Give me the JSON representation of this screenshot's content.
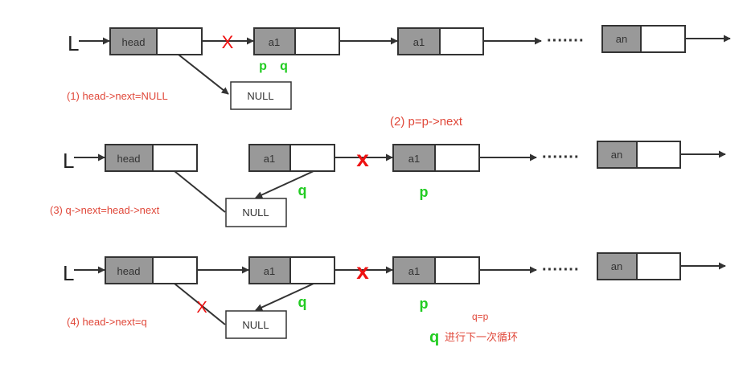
{
  "colors": {
    "box_fill": "#999999",
    "node_stroke": "#333333",
    "annotation_red": "#e0483a",
    "pointer_green": "#22cc22",
    "cross_red": "#ee1111"
  },
  "row1": {
    "list_label": "L",
    "head": "head",
    "cross": "X",
    "a1_first": "a1",
    "p": "p",
    "q": "q",
    "a1_second": "a1",
    "dots": "·······",
    "an": "an",
    "null": "NULL",
    "step": "(1)   head->next=NULL"
  },
  "step2": "(2)  p=p->next",
  "row2": {
    "list_label": "L",
    "head": "head",
    "a1_first": "a1",
    "cross": "x",
    "a1_second": "a1",
    "dots": "·······",
    "an": "an",
    "q": "q",
    "p": "p",
    "null": "NULL",
    "step": "(3)   q->next=head->next"
  },
  "row3": {
    "list_label": "L",
    "head": "head",
    "a1_first": "a1",
    "cross": "x",
    "a1_second": "a1",
    "dots": "·······",
    "an": "an",
    "q": "q",
    "p": "p",
    "cross_small": "X",
    "null": "NULL",
    "step": "(4)   head->next=q",
    "assign": "q=p",
    "loop_q": "q",
    "loop_text": "进行下一次循环"
  }
}
